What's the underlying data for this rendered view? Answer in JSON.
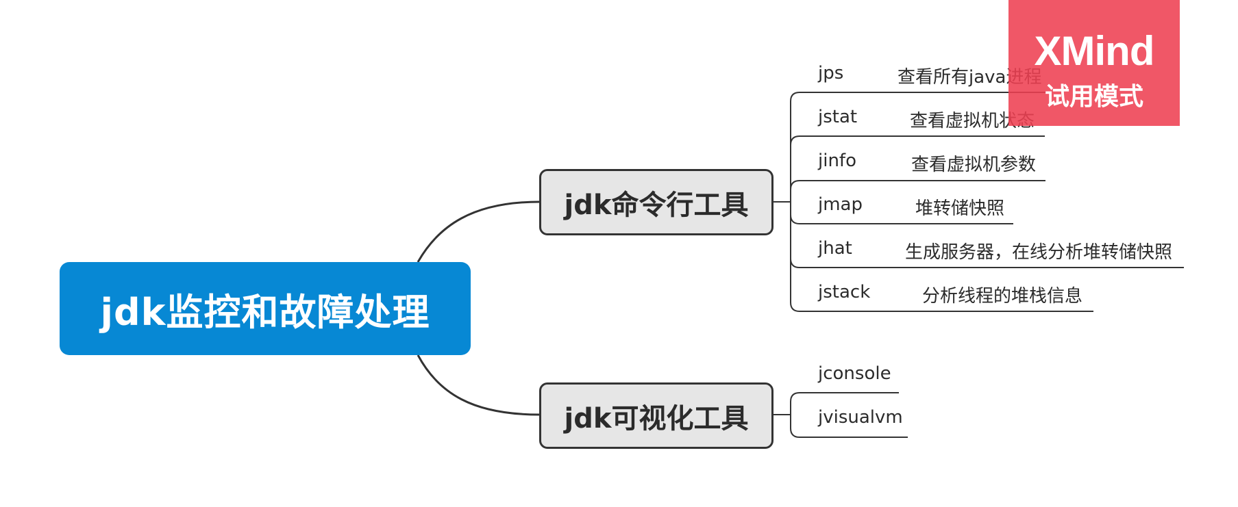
{
  "central_topic": "jdk监控和故障处理",
  "branches": [
    {
      "label": "jdk命令行工具",
      "subtopics": [
        {
          "name": "jps",
          "description": "查看所有java进程"
        },
        {
          "name": "jstat",
          "description": "查看虚拟机状态"
        },
        {
          "name": "jinfo",
          "description": "查看虚拟机参数"
        },
        {
          "name": "jmap",
          "description": "堆转储快照"
        },
        {
          "name": "jhat",
          "description": "生成服务器，在线分析堆转储快照"
        },
        {
          "name": "jstack",
          "description": "分析线程的堆栈信息"
        }
      ]
    },
    {
      "label": "jdk可视化工具",
      "subtopics": [
        {
          "name": "jconsole",
          "description": ""
        },
        {
          "name": "jvisualvm",
          "description": ""
        }
      ]
    }
  ],
  "watermark": {
    "brand": "XMind",
    "mode": "试用模式"
  },
  "colors": {
    "central_fill": "#0788d4",
    "main_fill": "#e6e6e6",
    "line": "#333333",
    "watermark": "#ee4052"
  }
}
